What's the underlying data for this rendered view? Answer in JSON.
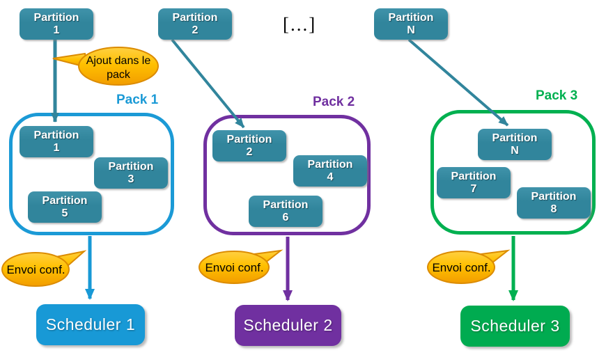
{
  "colors": {
    "partition_fill": "#31859C",
    "pack1_accent": "#1B9AD6",
    "pack2_accent": "#7030A0",
    "pack3_accent": "#00B050",
    "scheduler1_fill": "#1899D6",
    "scheduler2_fill": "#7030A0",
    "scheduler3_fill": "#00AB50",
    "callout_fill": "#FFC000",
    "callout_border": "#DB8B00",
    "arrow_teal": "#31859C"
  },
  "top_row": {
    "partitions": [
      {
        "name": "Partition",
        "id": "1"
      },
      {
        "name": "Partition",
        "id": "2"
      },
      {
        "name": "Partition",
        "id": "N"
      }
    ],
    "ellipsis": "[...]"
  },
  "callouts": {
    "add_to_pack": {
      "line1": "Ajout dans le",
      "line2": "pack"
    },
    "send_conf": [
      "Envoi conf.",
      "Envoi conf.",
      "Envoi conf."
    ]
  },
  "packs": [
    {
      "label": "Pack 1",
      "partitions": [
        {
          "name": "Partition",
          "id": "1"
        },
        {
          "name": "Partition",
          "id": "3"
        },
        {
          "name": "Partition",
          "id": "5"
        }
      ]
    },
    {
      "label": "Pack 2",
      "partitions": [
        {
          "name": "Partition",
          "id": "2"
        },
        {
          "name": "Partition",
          "id": "4"
        },
        {
          "name": "Partition",
          "id": "6"
        }
      ]
    },
    {
      "label": "Pack 3",
      "partitions": [
        {
          "name": "Partition",
          "id": "N"
        },
        {
          "name": "Partition",
          "id": "7"
        },
        {
          "name": "Partition",
          "id": "8"
        }
      ]
    }
  ],
  "schedulers": [
    {
      "label": "Scheduler 1"
    },
    {
      "label": "Scheduler 2"
    },
    {
      "label": "Scheduler 3"
    }
  ]
}
